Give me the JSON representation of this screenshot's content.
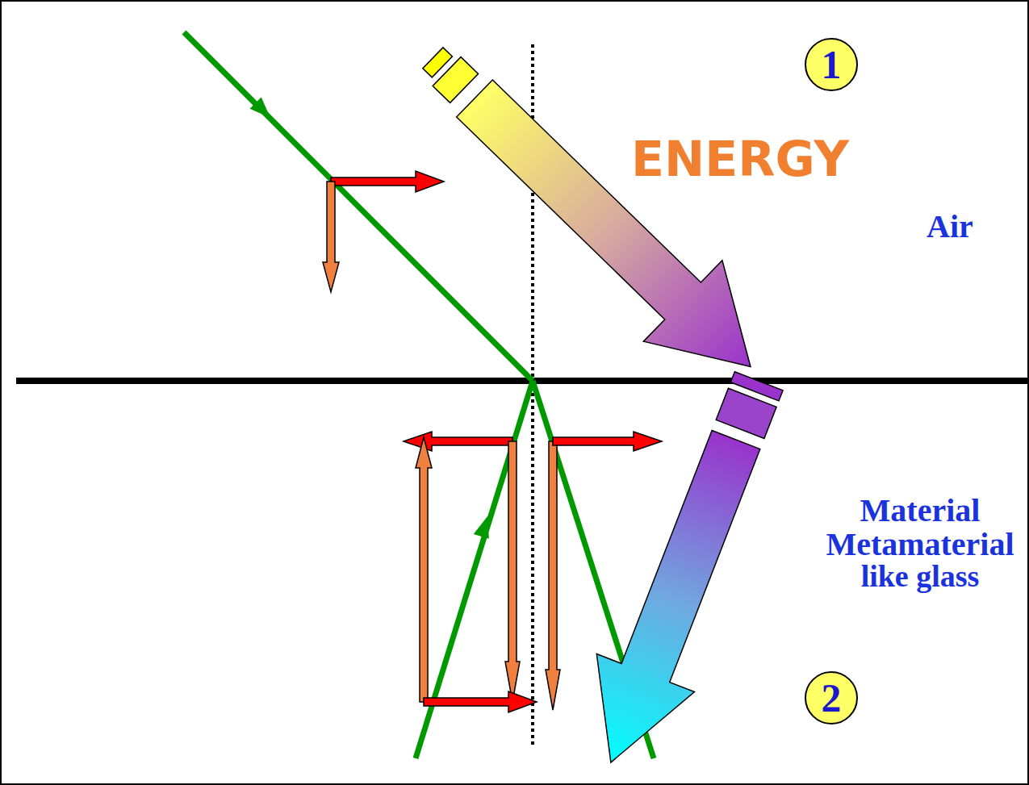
{
  "diagram": {
    "nodes": [
      {
        "text": [
          "1"
        ]
      },
      {
        "text": [
          "2"
        ]
      }
    ],
    "labels": [
      "ENERGY",
      "Air",
      "Material",
      "Metamaterial",
      "like glass"
    ]
  }
}
